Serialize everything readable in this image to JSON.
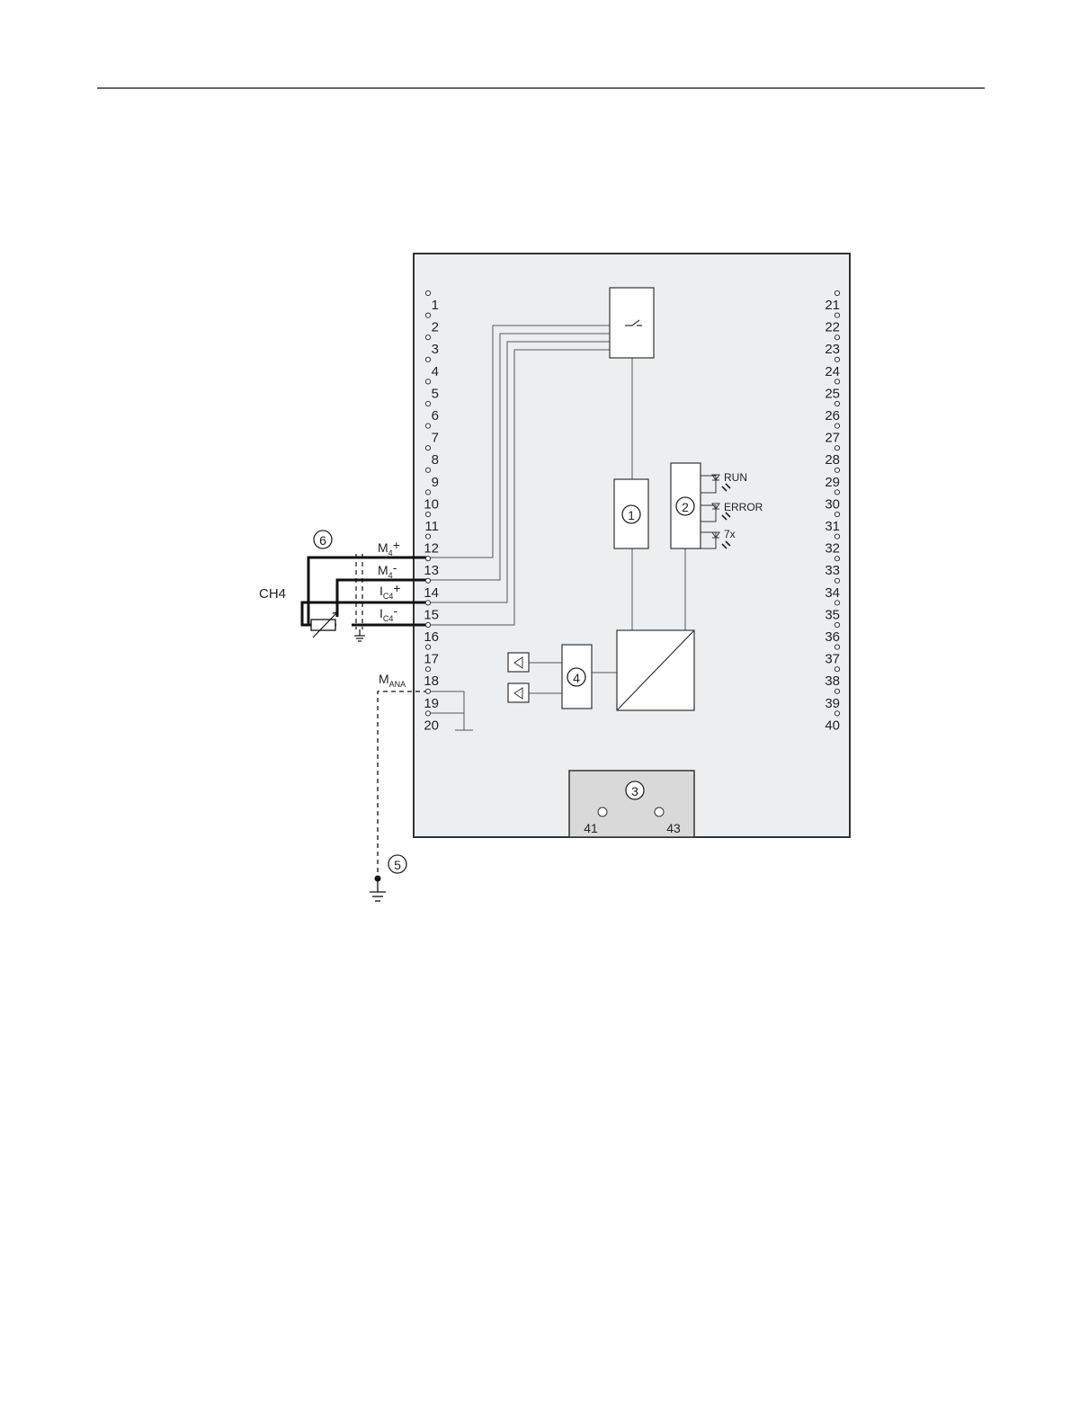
{
  "left_terminals": [
    "1",
    "2",
    "3",
    "4",
    "5",
    "6",
    "7",
    "8",
    "9",
    "10",
    "11",
    "12",
    "13",
    "14",
    "15",
    "16",
    "17",
    "18",
    "19",
    "20"
  ],
  "right_terminals": [
    "21",
    "22",
    "23",
    "24",
    "25",
    "26",
    "27",
    "28",
    "29",
    "30",
    "31",
    "32",
    "33",
    "34",
    "35",
    "36",
    "37",
    "38",
    "39",
    "40"
  ],
  "channel_label": "CH4",
  "signals": [
    {
      "main": "M",
      "sub": "4",
      "suffix": "+"
    },
    {
      "main": "M",
      "sub": "4",
      "suffix": "-"
    },
    {
      "main": "I",
      "sub": "C4",
      "suffix": "+"
    },
    {
      "main": "I",
      "sub": "C4",
      "suffix": "-"
    }
  ],
  "ground_ref": {
    "main": "M",
    "sub": "ANA"
  },
  "leds": [
    "RUN",
    "ERROR",
    "7x"
  ],
  "callouts": [
    "1",
    "2",
    "3",
    "4",
    "5",
    "6"
  ],
  "power_connector": {
    "left": "41",
    "right": "43"
  }
}
